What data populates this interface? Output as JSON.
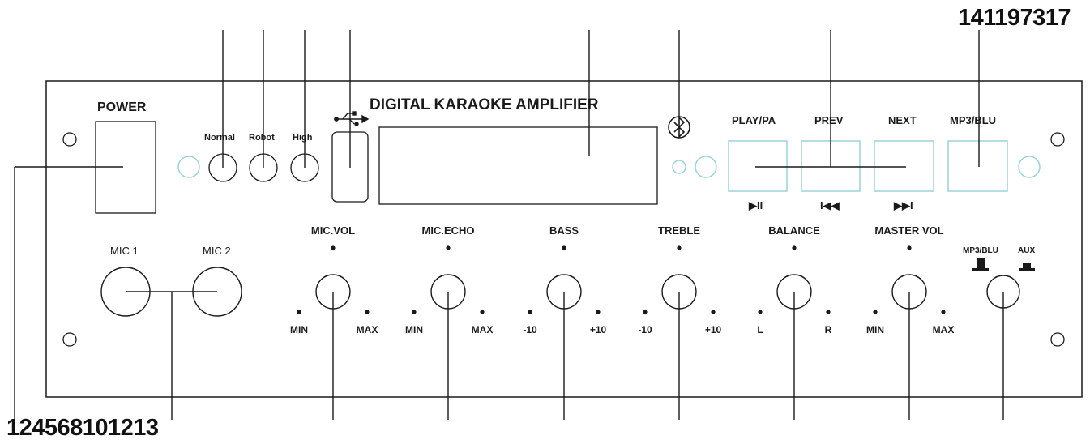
{
  "panel": {
    "title": "DIGITAL KARAOKE AMPLIFIER",
    "power_label": "POWER",
    "voice_buttons": [
      "Normal",
      "Robot",
      "High"
    ],
    "media_buttons": [
      "PLAY/PA",
      "PREV",
      "NEXT",
      "MP3/BLU"
    ],
    "media_symbols": [
      "▶II",
      "I◀◀",
      "▶▶I"
    ],
    "mic_inputs": [
      "MIC 1",
      "MIC 2"
    ],
    "knobs": [
      {
        "name": "MIC.VOL",
        "min": "MIN",
        "max": "MAX"
      },
      {
        "name": "MIC.ECHO",
        "min": "MIN",
        "max": "MAX"
      },
      {
        "name": "BASS",
        "min": "-10",
        "max": "+10"
      },
      {
        "name": "TREBLE",
        "min": "-10",
        "max": "+10"
      },
      {
        "name": "BALANCE",
        "min": "L",
        "max": "R"
      },
      {
        "name": "MASTER VOL",
        "min": "MIN",
        "max": "MAX"
      }
    ],
    "source_switch": {
      "left": "MP3/BLU",
      "right": "AUX"
    }
  },
  "callouts": {
    "top_right": "141197317",
    "bottom_left": "124568101213"
  },
  "colors": {
    "line": "#1a1a1a",
    "accent": "#9bd3da"
  }
}
